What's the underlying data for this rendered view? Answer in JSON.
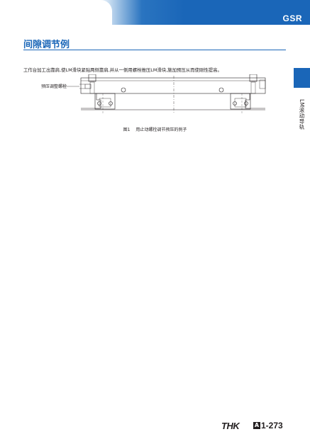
{
  "header": {
    "series": "GSR"
  },
  "section": {
    "title": "间隙调节例"
  },
  "body": {
    "text": "工作台加工出靠肩,使LM滑块紧贴两侧靠肩,并从一侧用螺栓推压LM滑块,施加预压从而使刚性提高。"
  },
  "side_tab": {
    "label": "LM滚动导轨"
  },
  "figure": {
    "callout": "预压调整螺栓",
    "caption_number": "图1",
    "caption_text": "用止动螺栓调节预压的例子"
  },
  "footer": {
    "brand": "THK",
    "badge": "A",
    "page": "1-273"
  },
  "colors": {
    "accent": "#1a66b8",
    "text": "#231f20"
  }
}
